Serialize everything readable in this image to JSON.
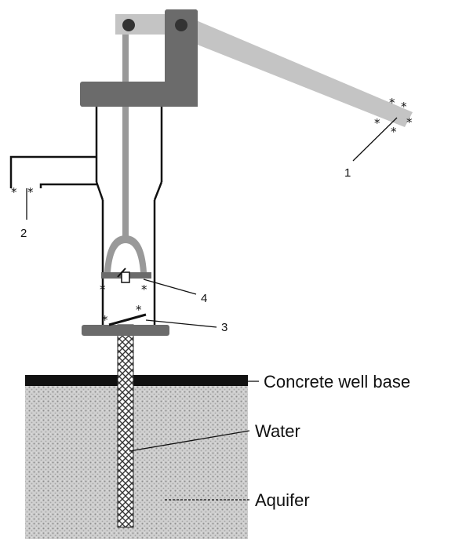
{
  "labels": {
    "concrete": "Concrete well base",
    "water": "Water",
    "aquifer": "Aquifer",
    "n1": "1",
    "n2": "2",
    "n3": "3",
    "n4": "4"
  },
  "marker": "*",
  "colors": {
    "dark_metal": "#6b6b6b",
    "light_metal": "#c4c4c4",
    "rod": "#999999",
    "concrete": "#111111",
    "aquifer": "#d2d2d2",
    "outline": "#111111"
  }
}
